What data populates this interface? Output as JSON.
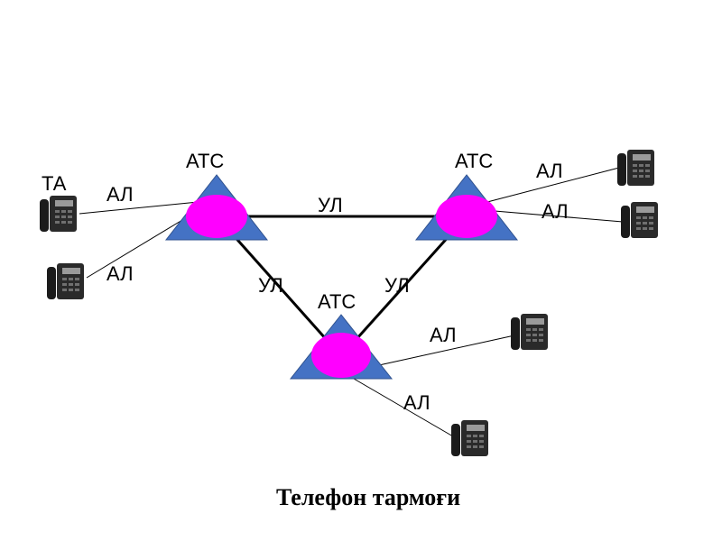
{
  "caption": "Телефон тармоғи",
  "node_label": "АТС",
  "terminal_label": "ТА",
  "subscriber_line_label": "АЛ",
  "trunk_line_label": "УЛ",
  "colors": {
    "triangle": "#4472C4",
    "ellipse": "#FF00FF",
    "line": "#000000"
  },
  "icons": [
    "telephone-icon"
  ]
}
